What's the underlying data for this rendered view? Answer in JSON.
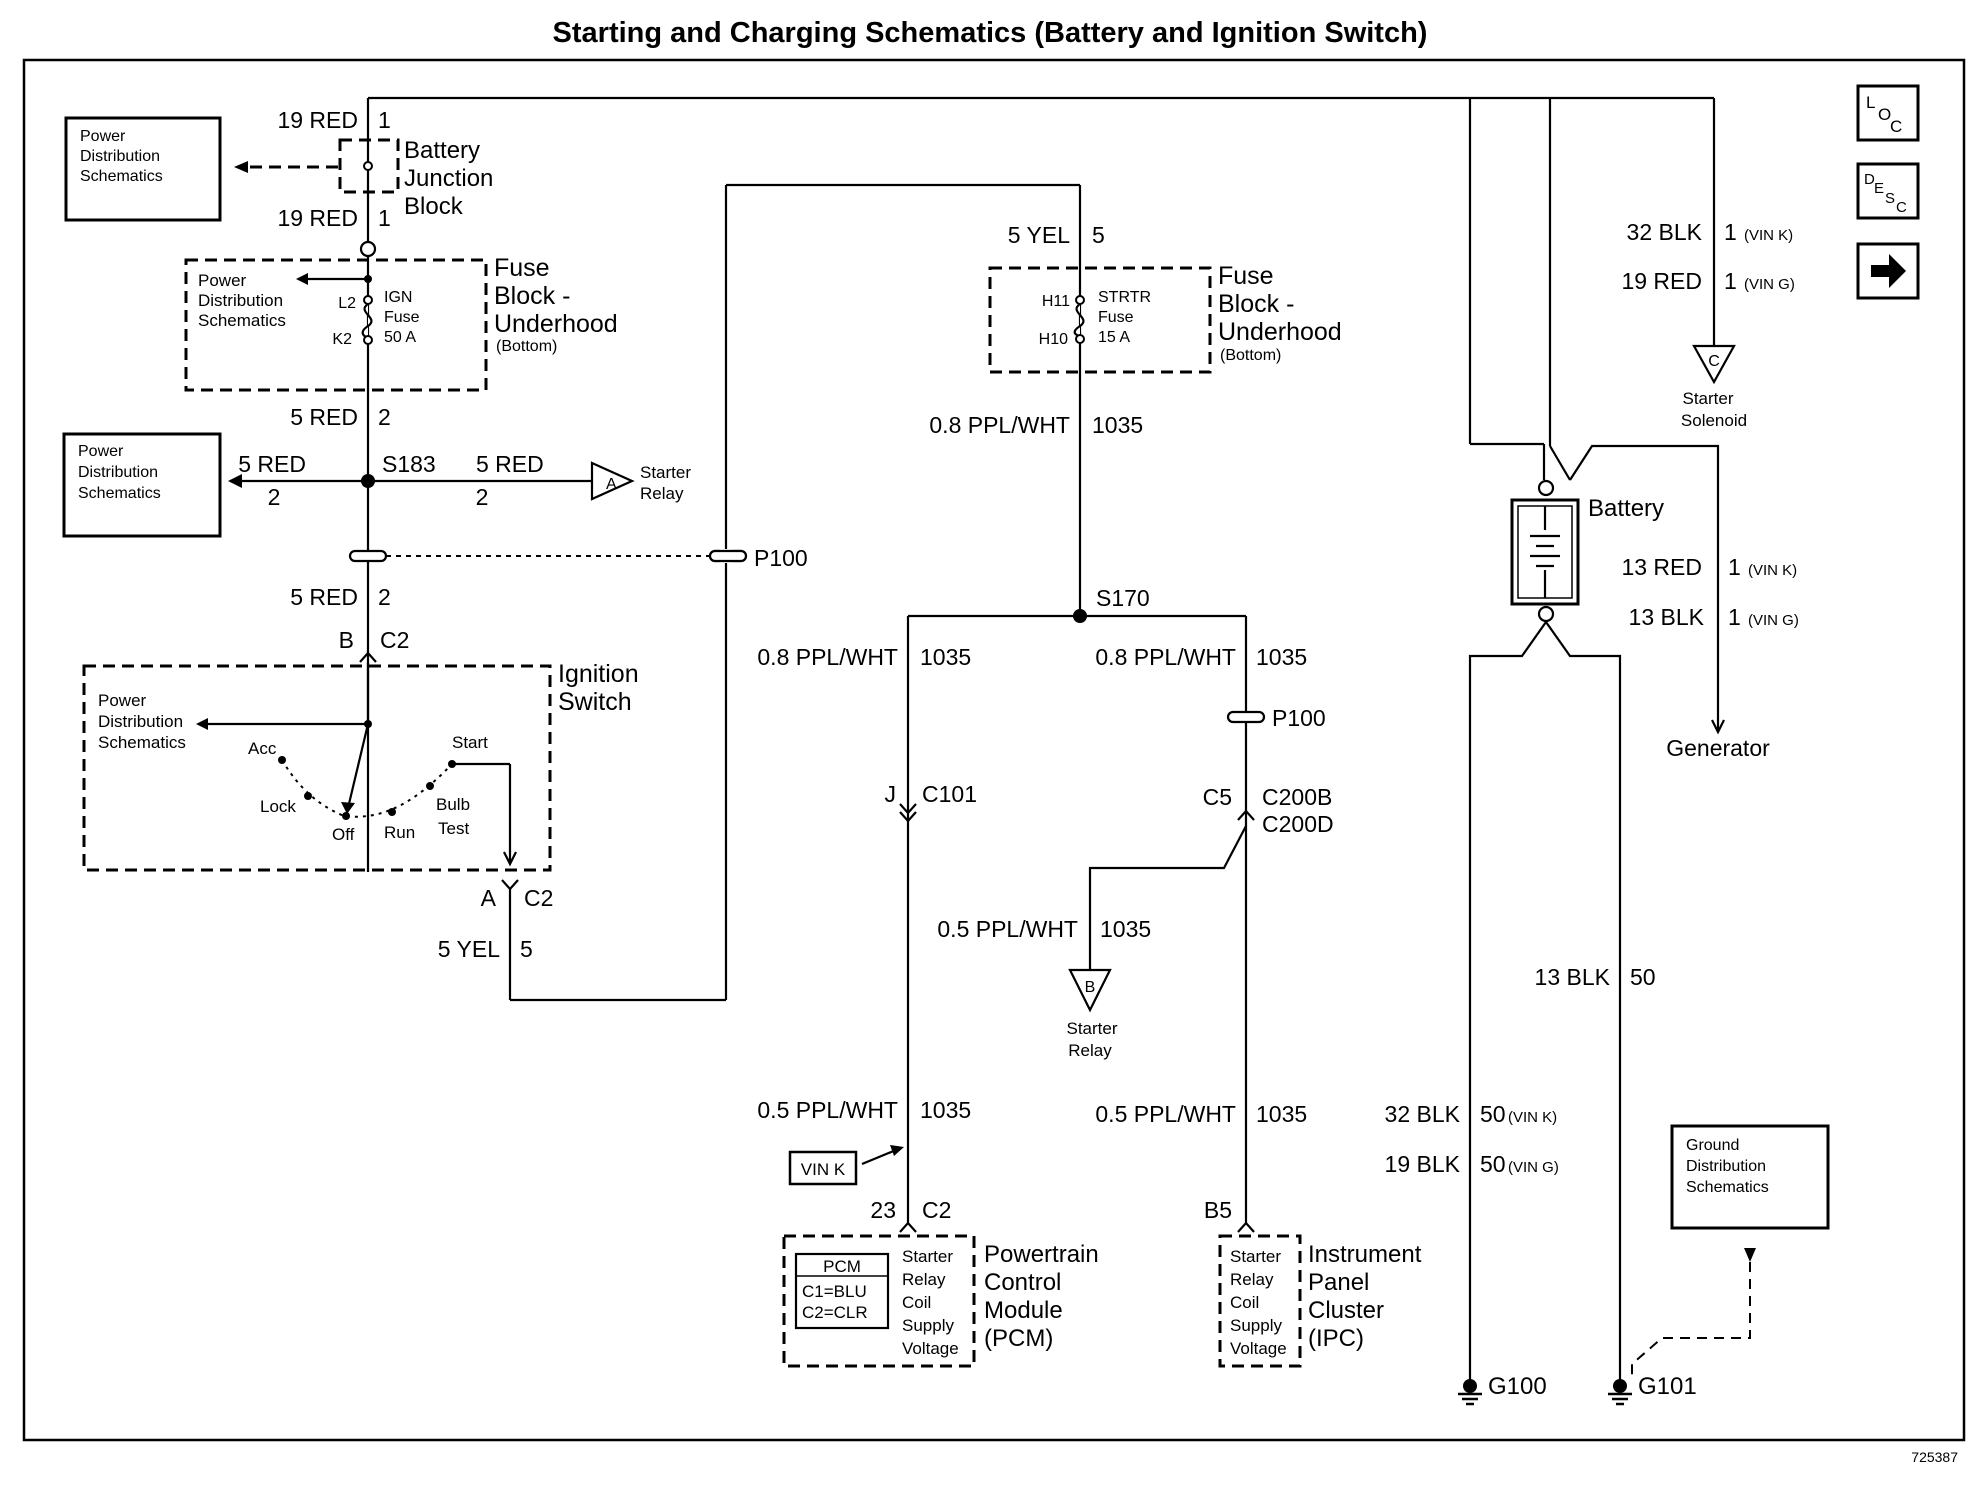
{
  "title": "Starting and Charging Schematics (Battery and Ignition Switch)",
  "figure_number": "725387",
  "nav_icons": {
    "loc": "LOC",
    "desc": "DESC",
    "next": "arrow-right-icon"
  },
  "left": {
    "pd1": [
      "Power",
      "Distribution",
      "Schematics"
    ],
    "pd2": [
      "Power",
      "Distribution",
      "Schematics"
    ],
    "pd3": [
      "Power",
      "Distribution",
      "Schematics"
    ],
    "pd4": [
      "Power",
      "Distribution",
      "Schematics"
    ],
    "wire_top": {
      "label": "19 RED",
      "circuit": "1"
    },
    "wire_bjb_out": {
      "label": "19 RED",
      "circuit": "1"
    },
    "bjb": [
      "Battery",
      "Junction",
      "Block"
    ],
    "fuse_block": {
      "name": [
        "Fuse",
        "Block -",
        "Underhood"
      ],
      "sub": "(Bottom)",
      "pin_top": "L2",
      "pin_bot": "K2",
      "fuse": [
        "IGN",
        "Fuse",
        "50 A"
      ]
    },
    "wire_after_fuse": {
      "label": "5 RED",
      "circuit": "2"
    },
    "splice": "S183",
    "wire_left": {
      "label": "5 RED",
      "circuit": "2"
    },
    "wire_right": {
      "label": "5 RED",
      "circuit": "2"
    },
    "starter_relay": {
      "letter": "A",
      "label": [
        "Starter",
        "Relay"
      ]
    },
    "p100": "P100",
    "wire_to_ign": {
      "label": "5 RED",
      "circuit": "2"
    },
    "conn_b": {
      "pin": "B",
      "conn": "C2"
    },
    "ign_switch": {
      "name": [
        "Ignition",
        "Switch"
      ],
      "positions": [
        "Acc",
        "Lock",
        "Off",
        "Run",
        "Bulb",
        "Test",
        "Start"
      ]
    },
    "conn_a": {
      "pin": "A",
      "conn": "C2"
    },
    "wire_yel": {
      "label": "5 YEL",
      "circuit": "5"
    }
  },
  "middle": {
    "wire_yel": {
      "label": "5 YEL",
      "circuit": "5"
    },
    "fuse_block": {
      "name": [
        "Fuse",
        "Block -",
        "Underhood"
      ],
      "sub": "(Bottom)",
      "pin_top": "H11",
      "pin_bot": "H10",
      "fuse": [
        "STRTR",
        "Fuse",
        "15 A"
      ]
    },
    "wire_ppl": {
      "label": "0.8 PPL/WHT",
      "circuit": "1035"
    },
    "splice": "S170",
    "wire_left": {
      "label": "0.8 PPL/WHT",
      "circuit": "1035"
    },
    "wire_right": {
      "label": "0.8 PPL/WHT",
      "circuit": "1035"
    },
    "p100": "P100",
    "c101": {
      "pin": "J",
      "conn": "C101"
    },
    "c200": {
      "pin": "C5",
      "conn1": "C200B",
      "conn2": "C200D"
    },
    "wire_relay": {
      "label": "0.5 PPL/WHT",
      "circuit": "1035"
    },
    "starter_relay_b": {
      "letter": "B",
      "label": [
        "Starter",
        "Relay"
      ]
    },
    "wire_pcm": {
      "label": "0.5 PPL/WHT",
      "circuit": "1035"
    },
    "wire_ipc": {
      "label": "0.5 PPL/WHT",
      "circuit": "1035"
    },
    "vin_k": "VIN K",
    "pcm_conn": {
      "pin": "23",
      "conn": "C2"
    },
    "pcm": {
      "box": [
        "PCM",
        "C1=BLU",
        "C2=CLR"
      ],
      "desc": [
        "Starter",
        "Relay",
        "Coil",
        "Supply",
        "Voltage"
      ],
      "name": [
        "Powertrain",
        "Control",
        "Module",
        "(PCM)"
      ]
    },
    "ipc_conn": {
      "pin": "B5"
    },
    "ipc": {
      "desc": [
        "Starter",
        "Relay",
        "Coil",
        "Supply",
        "Voltage"
      ],
      "name": [
        "Instrument",
        "Panel",
        "Cluster",
        "(IPC)"
      ]
    }
  },
  "right": {
    "wire_32blk": {
      "label": "32 BLK",
      "circuit": "1",
      "vin": "(VIN K)"
    },
    "wire_19red": {
      "label": "19 RED",
      "circuit": "1",
      "vin": "(VIN G)"
    },
    "starter_solenoid": {
      "letter": "C",
      "label": [
        "Starter",
        "Solenoid"
      ]
    },
    "battery": "Battery",
    "wire_13red": {
      "label": "13 RED",
      "circuit": "1",
      "vin": "(VIN K)"
    },
    "wire_13blk": {
      "label": "13 BLK",
      "circuit": "1",
      "vin": "(VIN G)"
    },
    "generator": "Generator",
    "wire_13blk_50": {
      "label": "13 BLK",
      "circuit": "50"
    },
    "wire_32blk_50": {
      "label": "32 BLK",
      "circuit": "50",
      "vin": "(VIN K)"
    },
    "wire_19blk_50": {
      "label": "19 BLK",
      "circuit": "50",
      "vin": "(VIN G)"
    },
    "ground_dist": [
      "Ground",
      "Distribution",
      "Schematics"
    ],
    "g100": "G100",
    "g101": "G101"
  }
}
